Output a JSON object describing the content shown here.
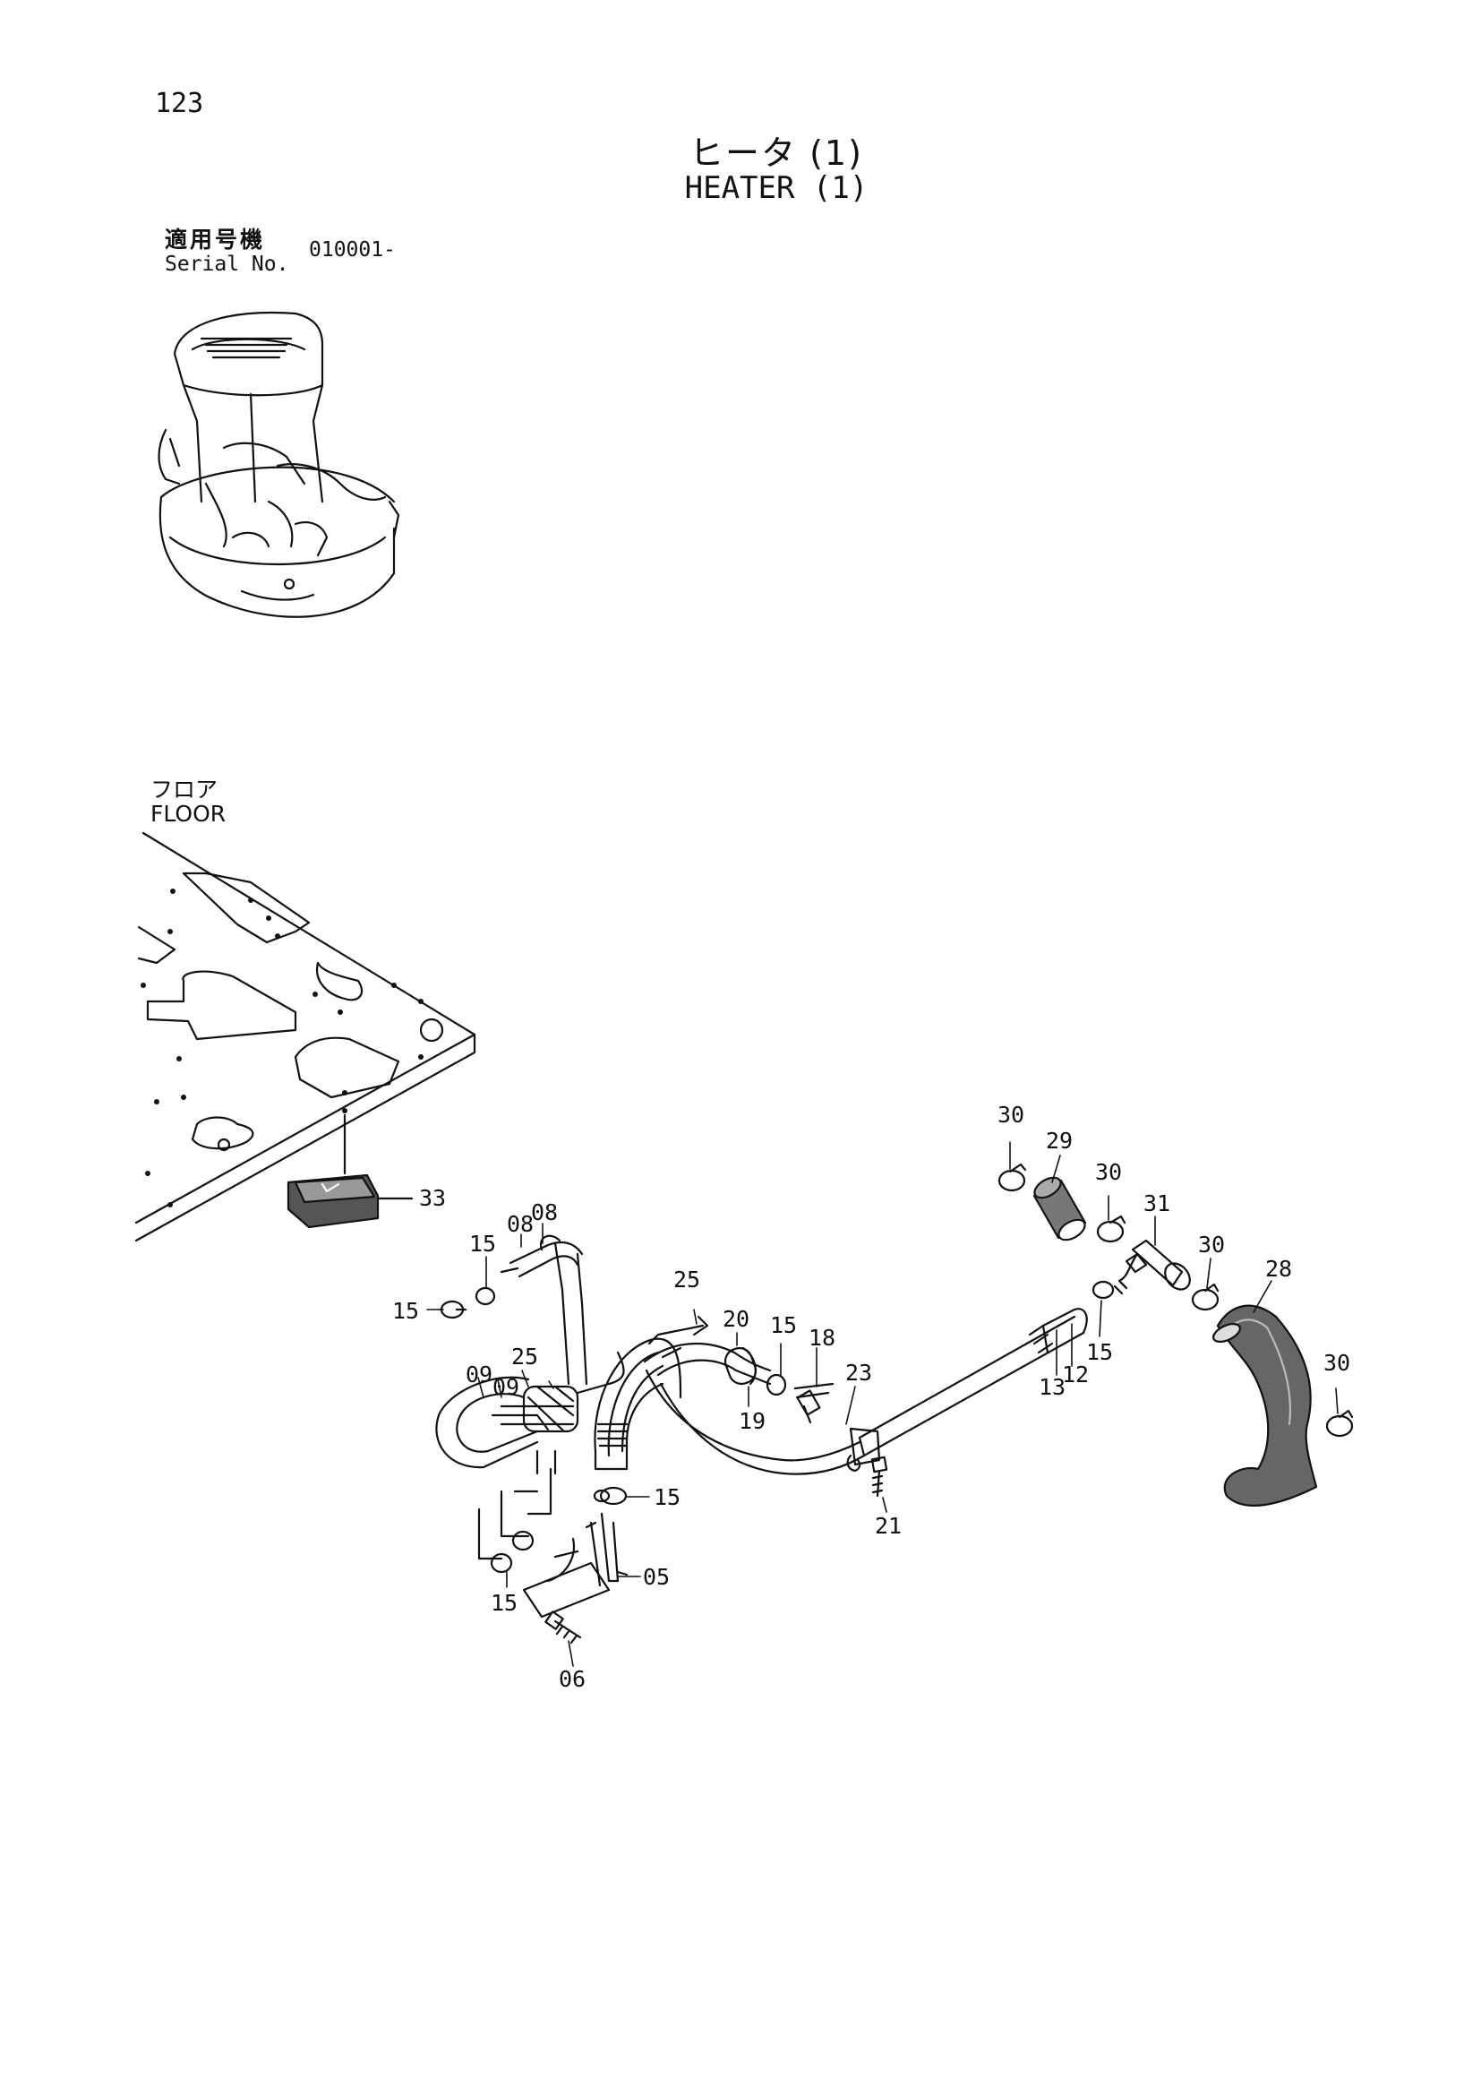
{
  "page_number": "123",
  "title_jp": "ヒータ (1)",
  "title_en": "HEATER (1)",
  "serial_label_jp": "適用号機",
  "serial_label_en": "Serial No.",
  "serial_value": "010001-",
  "floor_label_jp": "フロア",
  "floor_label_en": "FLOOR",
  "callouts": [
    "33",
    "15",
    "08",
    "08",
    "15",
    "25",
    "09",
    "09",
    "25",
    "20",
    "15",
    "18",
    "23",
    "19",
    "15",
    "05",
    "15",
    "06",
    "21",
    "13",
    "12",
    "15",
    "30",
    "29",
    "30",
    "31",
    "30",
    "28",
    "30"
  ]
}
